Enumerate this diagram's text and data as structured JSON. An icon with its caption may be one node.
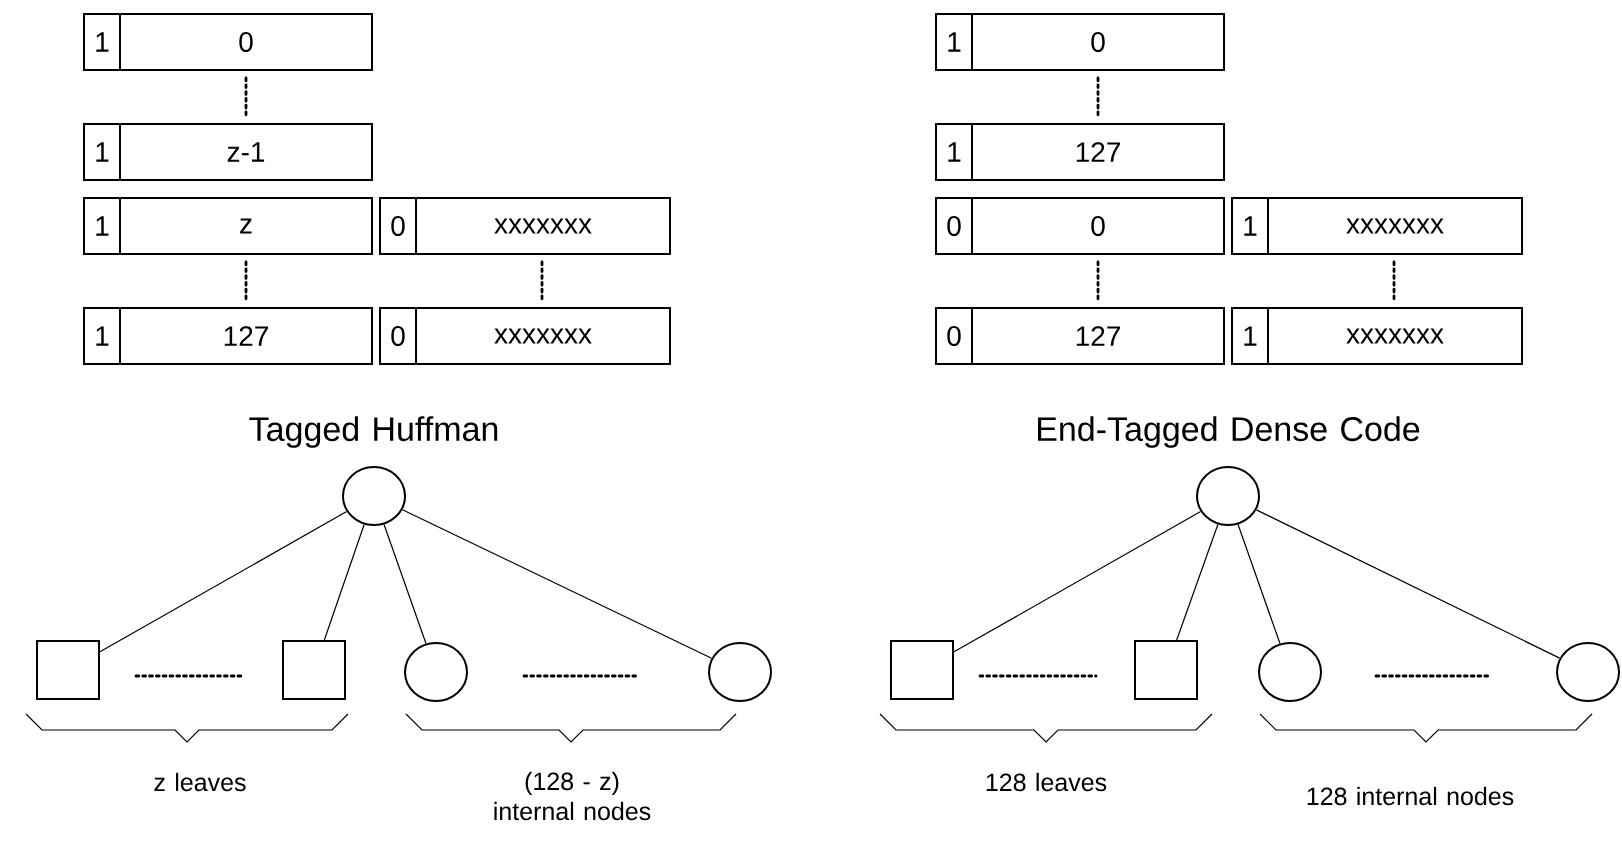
{
  "diagram": {
    "nodes": [
      {
        "text": [
          "1"
        ]
      },
      {
        "text": [
          "0"
        ]
      },
      {
        "text": [
          "1"
        ]
      },
      {
        "text": [
          "z-1"
        ]
      },
      {
        "text": [
          "1"
        ]
      },
      {
        "text": [
          "z"
        ]
      },
      {
        "text": [
          "0"
        ]
      },
      {
        "text": [
          "xxxxxxx"
        ]
      },
      {
        "text": [
          "1"
        ]
      },
      {
        "text": [
          "127"
        ]
      },
      {
        "text": [
          "0"
        ]
      },
      {
        "text": [
          "xxxxxxx"
        ]
      },
      {
        "text": [
          "1"
        ]
      },
      {
        "text": [
          "0"
        ]
      },
      {
        "text": [
          "1"
        ]
      },
      {
        "text": [
          "127"
        ]
      },
      {
        "text": [
          "0"
        ]
      },
      {
        "text": [
          "0"
        ]
      },
      {
        "text": [
          "1"
        ]
      },
      {
        "text": [
          "xxxxxxx"
        ]
      },
      {
        "text": [
          "0"
        ]
      },
      {
        "text": [
          "127"
        ]
      },
      {
        "text": [
          "1"
        ]
      },
      {
        "text": [
          "xxxxxxx"
        ]
      },
      {
        "text": [],
        "shape": "circle"
      },
      {
        "text": [],
        "shape": "box"
      },
      {
        "text": [],
        "shape": "box"
      },
      {
        "text": [],
        "shape": "circle"
      },
      {
        "text": [],
        "shape": "circle"
      },
      {
        "text": [],
        "shape": "circle"
      },
      {
        "text": [],
        "shape": "box"
      },
      {
        "text": [],
        "shape": "box"
      },
      {
        "text": [],
        "shape": "circle"
      },
      {
        "text": [],
        "shape": "circle"
      }
    ],
    "edges": [
      {
        "from": 24,
        "to": 25,
        "arrow": "none"
      },
      {
        "from": 24,
        "to": 26,
        "arrow": "none"
      },
      {
        "from": 24,
        "to": 27,
        "arrow": "none"
      },
      {
        "from": 24,
        "to": 28,
        "arrow": "none"
      },
      {
        "from": 29,
        "to": 30,
        "arrow": "none"
      },
      {
        "from": 29,
        "to": 31,
        "arrow": "none"
      },
      {
        "from": 29,
        "to": 32,
        "arrow": "none"
      },
      {
        "from": 29,
        "to": 33,
        "arrow": "none"
      }
    ],
    "labels": [
      "Tagged Huffman",
      "End-Tagged Dense Code",
      "z leaves",
      "(128 - z) internal nodes",
      "128 leaves",
      "128 internal nodes"
    ]
  }
}
